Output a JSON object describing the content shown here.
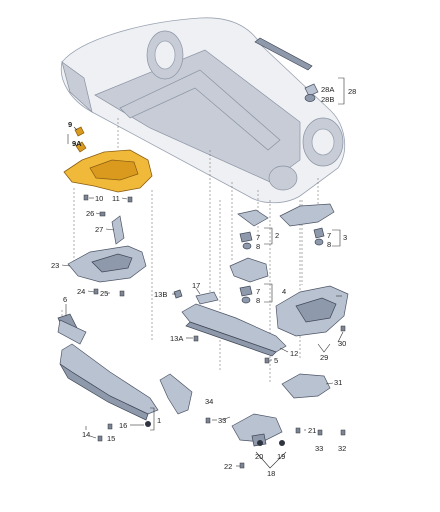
{
  "callouts": {
    "c1": "1",
    "c2": "2",
    "c3": "3",
    "c4": "4",
    "c5": "5",
    "c6": "6",
    "c7a": "7",
    "c7b": "7",
    "c7c": "7",
    "c8a": "8",
    "c8b": "8",
    "c8c": "8",
    "c9": "9",
    "c9a": "9A",
    "c10": "10",
    "c11": "11",
    "c12": "12",
    "c13a": "13A",
    "c13b": "13B",
    "c14": "14",
    "c15": "15",
    "c16": "16",
    "c17": "17",
    "c18": "18",
    "c19": "19",
    "c20": "20",
    "c21": "21",
    "c22": "22",
    "c23": "23",
    "c24": "24",
    "c25": "25",
    "c26": "26",
    "c27": "27",
    "c28": "28",
    "c28a": "28A",
    "c28b": "28B",
    "c29": "29",
    "c30": "30",
    "c31": "31",
    "c32": "32",
    "c33a": "33",
    "c33b": "33",
    "c34": "34"
  },
  "highlight_color": "#f0b93a"
}
